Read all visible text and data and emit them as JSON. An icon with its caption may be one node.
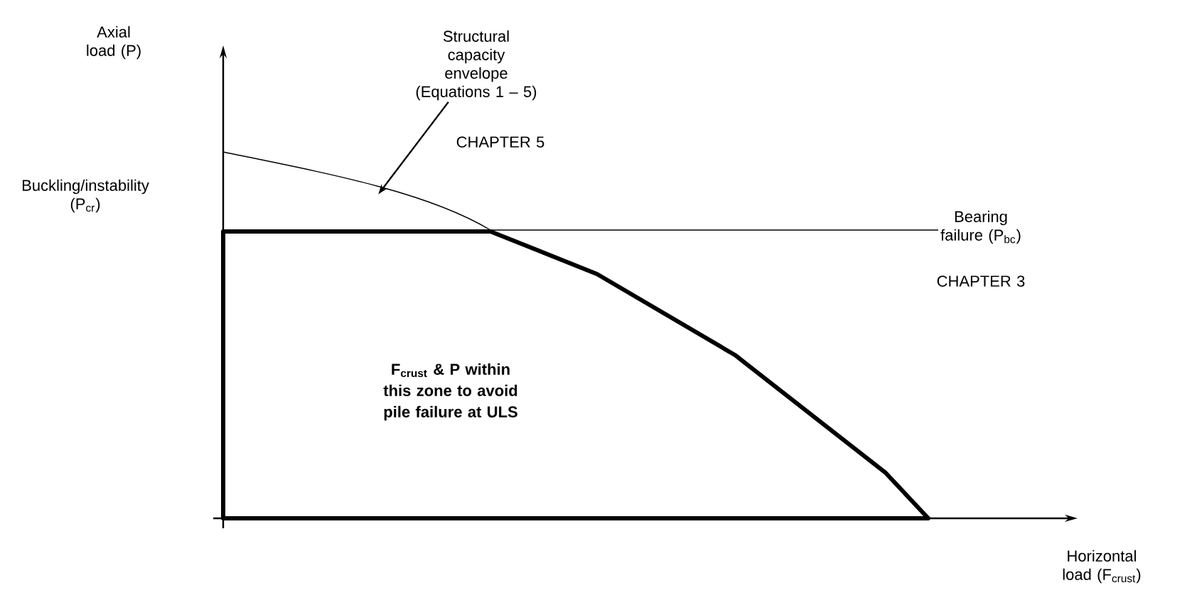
{
  "diagram": {
    "nodes": [
      {
        "text": [
          "Structural capacity envelope (Equations 1 – 5)"
        ]
      },
      {
        "text": [
          "F$_{crust}$ & P within this zone to avoid pile failure at ULS"
        ]
      },
      {
        "text": [],
        "shape": "curve"
      }
    ],
    "edges": [
      {
        "from": 0,
        "to": 2,
        "arrow": "to"
      }
    ],
    "labels": [
      "Axial load (P)",
      "Buckling/instability (P$_{cr}$)",
      "CHAPTER 5",
      "Bearing failure (P$_{bc}$)",
      "CHAPTER 3",
      "Horizontal load (F$_{crust}$)"
    ]
  }
}
